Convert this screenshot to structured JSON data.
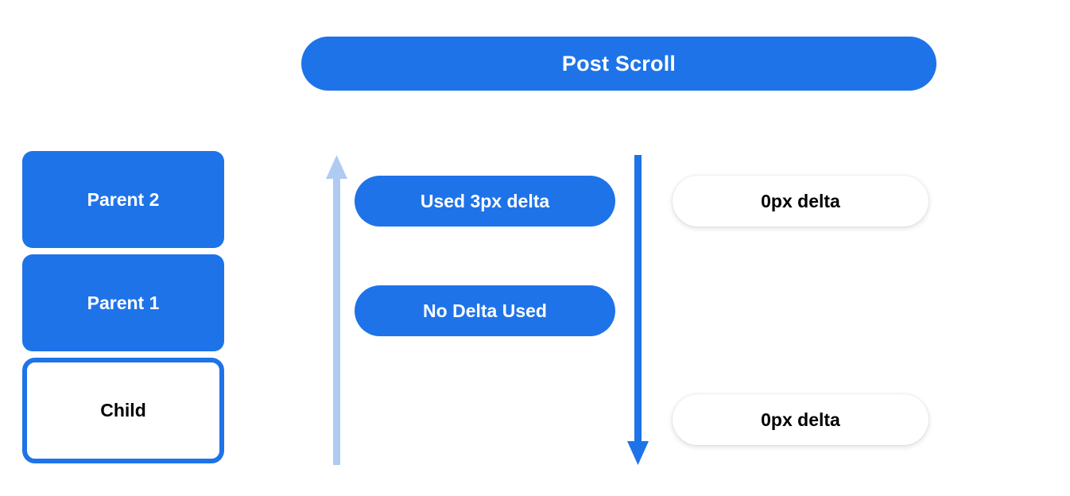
{
  "banner": {
    "title": "Post Scroll"
  },
  "colors": {
    "blue": "#1e73e8",
    "light_blue": "#b0cbf2",
    "white": "#ffffff",
    "black": "#000000"
  },
  "stack": {
    "boxes": [
      {
        "label": "Parent 2",
        "style": "filled"
      },
      {
        "label": "Parent 1",
        "style": "filled"
      },
      {
        "label": "Child",
        "style": "outlined"
      }
    ]
  },
  "arrows": [
    {
      "name": "scroll-up-arrow",
      "direction": "up",
      "color": "#b0cbf2"
    },
    {
      "name": "scroll-down-arrow",
      "direction": "down",
      "color": "#1e73e8"
    }
  ],
  "middle_pills": [
    {
      "label": "Used 3px delta"
    },
    {
      "label": "No Delta Used"
    }
  ],
  "right_pills": [
    {
      "label": "0px delta"
    },
    {
      "label": "0px delta"
    }
  ]
}
